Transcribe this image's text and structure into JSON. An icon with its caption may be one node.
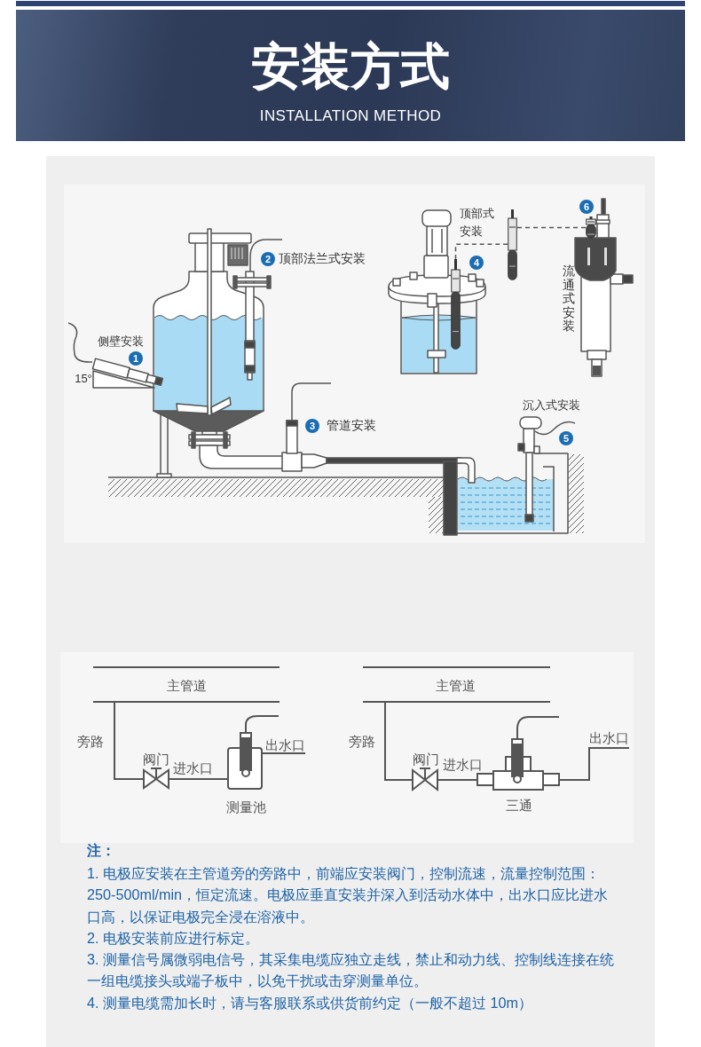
{
  "diagram": {
    "title": "安装方式",
    "nodes": [
      {
        "text": [],
        "shape": "picture"
      },
      {
        "text": [],
        "shape": "picture"
      },
      {
        "text": [],
        "shape": "picture"
      }
    ],
    "edges": [
      {
        "from": 0,
        "to": 1,
        "arrow": "none",
        "style": "dashed"
      },
      {
        "from": 0,
        "to": 2,
        "arrow": "none",
        "style": "dashed"
      }
    ],
    "labels": [
      "INSTALLATION METHOD",
      "顶部式安装",
      "6",
      "2",
      "顶部法兰式安装",
      "4",
      "流通式安装",
      "侧壁安装",
      "1",
      "15°",
      "沉入式安装",
      "3",
      "管道安装",
      "5",
      "主管道",
      "主管道",
      "旁路",
      "出水口",
      "旁路",
      "出水口",
      "阀门",
      "进水口",
      "阀门",
      "进水口",
      "测量池",
      "三通",
      "注：",
      "1. 电极应安装在主管道旁的旁路中，前端应安装阀门，控制流速，流量控制范围：250-500ml/min，恒定流速。电极应垂直安装并深入到活动水体中，出水口应比进水口高，以保证电极完全浸在溶液中。",
      "2. 电极安装前应进行标定。",
      "3. 测量信号属微弱电信号，其采集电缆应独立走线，禁止和动力线、控制线连接在统一组电缆接头或端子板中，以免干扰或击穿测量单位。",
      "4. 测量电缆需加长时，请与客服联系或供货前约定（一般不超过 10m）"
    ]
  }
}
